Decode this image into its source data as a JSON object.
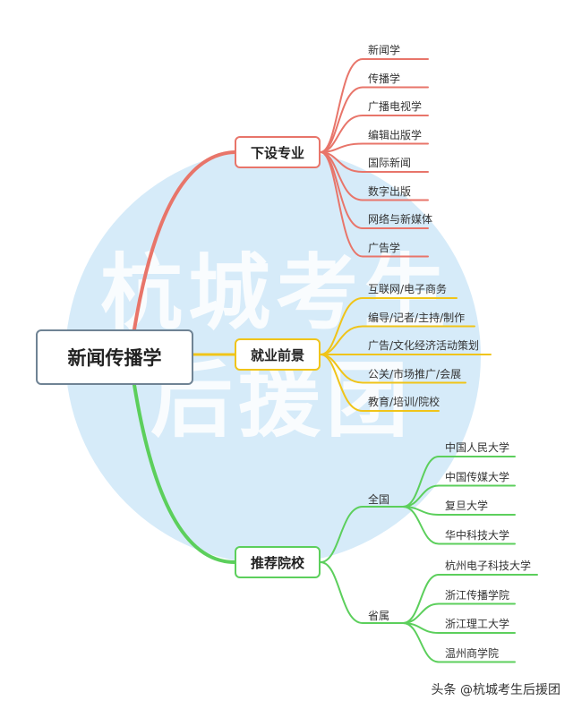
{
  "colors": {
    "majors": "#e8756a",
    "careers": "#f0c419",
    "schools": "#5ccf5c",
    "root_border": "#6f8394",
    "watermark_circle": "#d6ebf9"
  },
  "root": {
    "label": "新闻传播学"
  },
  "branches": {
    "majors": {
      "label": "下设专业",
      "items": [
        "新闻学",
        "传播学",
        "广播电视学",
        "编辑出版学",
        "国际新闻",
        "数字出版",
        "网络与新媒体",
        "广告学"
      ]
    },
    "careers": {
      "label": "就业前景",
      "items": [
        "互联网/电子商务",
        "编导/记者/主持/制作",
        "广告/文化经济活动策划",
        "公关/市场推广/会展",
        "教育/培训/院校"
      ]
    },
    "schools": {
      "label": "推荐院校",
      "groups": [
        {
          "label": "全国",
          "items": [
            "中国人民大学",
            "中国传媒大学",
            "复旦大学",
            "华中科技大学"
          ]
        },
        {
          "label": "省属",
          "items": [
            "杭州电子科技大学",
            "浙江传播学院",
            "浙江理工大学",
            "温州商学院"
          ]
        }
      ]
    }
  },
  "watermark": {
    "line1": "杭城考生",
    "line2": "后援团"
  },
  "footer": {
    "credit": "头条 @杭城考生后援团"
  }
}
